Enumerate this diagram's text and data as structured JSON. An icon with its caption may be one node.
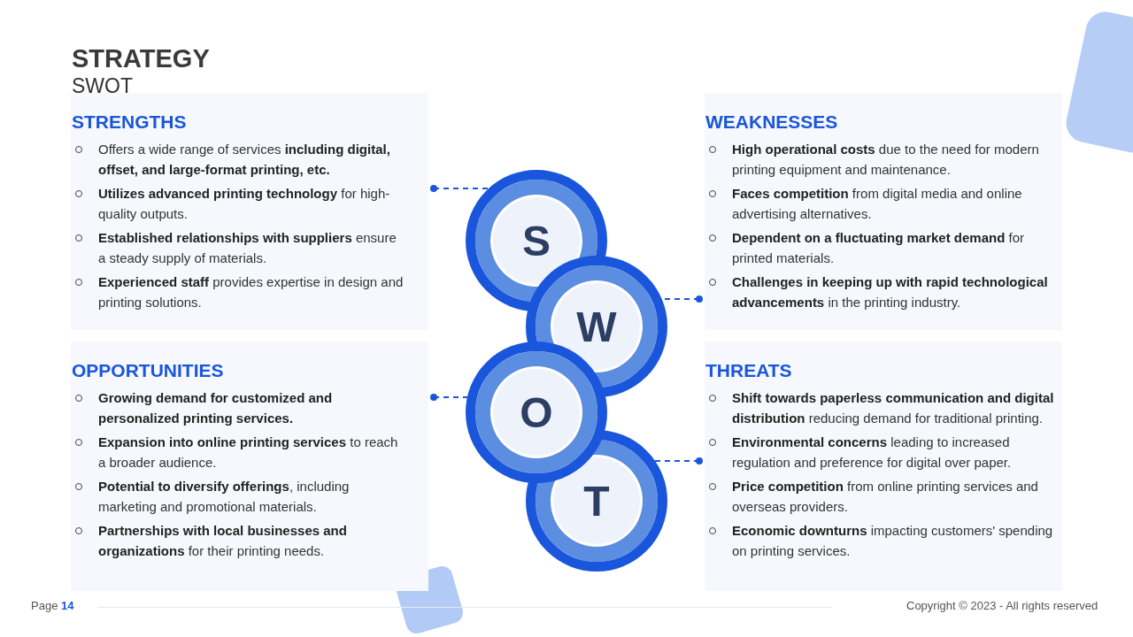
{
  "diagram": {
    "title": "STRATEGY",
    "nodes": [
      {
        "text": [
          "STRENGTHS",
          "Offers a wide range of services **including digital, offset, and large-format printing, etc.**",
          "**Utilizes advanced printing technology** for high-quality outputs.",
          "**Established relationships with suppliers** ensure a steady supply of materials.",
          "**Experienced staff** provides expertise in design and printing solutions."
        ]
      },
      {
        "text": [
          "WEAKNESSES",
          "**High operational costs** due to the need for modern printing equipment and maintenance.",
          "**Faces competition** from digital media and online advertising alternatives.",
          "**Dependent on a fluctuating market demand** for printed materials.",
          "**Challenges in keeping up with rapid technological advancements** in the printing industry."
        ]
      },
      {
        "text": [
          "OPPORTUNITIES",
          "**Growing demand for customized and personalized printing services.**",
          "**Expansion into online printing services** to reach a broader audience.",
          "**Potential to diversify offerings**, including marketing and promotional materials.",
          "**Partnerships with local businesses and organizations** for their printing needs."
        ]
      },
      {
        "text": [
          "THREATS",
          "**Shift towards paperless communication and digital distribution** reducing demand for traditional printing.",
          "**Environmental concerns** leading to increased regulation and preference for digital over paper.",
          "**Price competition** from online printing services and overseas providers.",
          "**Economic downturns** impacting customers' spending on printing services."
        ]
      },
      {
        "text": [
          "S"
        ]
      },
      {
        "text": [
          "W"
        ]
      },
      {
        "text": [
          "O"
        ]
      },
      {
        "text": [
          "T"
        ]
      }
    ],
    "edges": [
      {
        "from": 0,
        "to": 4,
        "arrow": "other",
        "style": "dashed"
      },
      {
        "from": 1,
        "to": 5,
        "arrow": "other",
        "style": "dashed"
      },
      {
        "from": 2,
        "to": 6,
        "arrow": "other",
        "style": "dashed"
      },
      {
        "from": 3,
        "to": 7,
        "arrow": "other",
        "style": "dashed"
      }
    ],
    "labels": [
      "SWOT",
      "Page **14**",
      "Copyright © 2023 - All rights reserved"
    ]
  }
}
